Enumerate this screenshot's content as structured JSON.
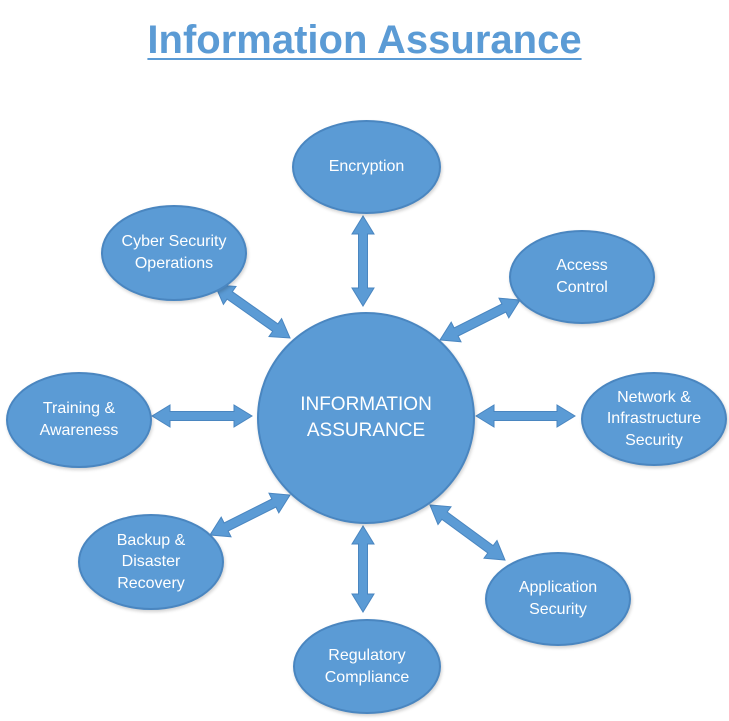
{
  "title": "Information Assurance",
  "colors": {
    "title": "#5b9bd5",
    "node_fill": "#5b9bd5",
    "node_border": "#4a86c0",
    "arrow": "#5b9bd5",
    "text": "#ffffff"
  },
  "center": {
    "label": "INFORMATION\nASSURANCE"
  },
  "nodes": [
    {
      "id": "encryption",
      "label": "Encryption"
    },
    {
      "id": "access-control",
      "label": "Access\nControl"
    },
    {
      "id": "network-infrastructure-security",
      "label": "Network &\nInfrastructure\nSecurity"
    },
    {
      "id": "application-security",
      "label": "Application\nSecurity"
    },
    {
      "id": "regulatory-compliance",
      "label": "Regulatory\nCompliance"
    },
    {
      "id": "backup-disaster-recovery",
      "label": "Backup &\nDisaster\nRecovery"
    },
    {
      "id": "training-awareness",
      "label": "Training &\nAwareness"
    },
    {
      "id": "cyber-security-operations",
      "label": "Cyber Security\nOperations"
    }
  ]
}
